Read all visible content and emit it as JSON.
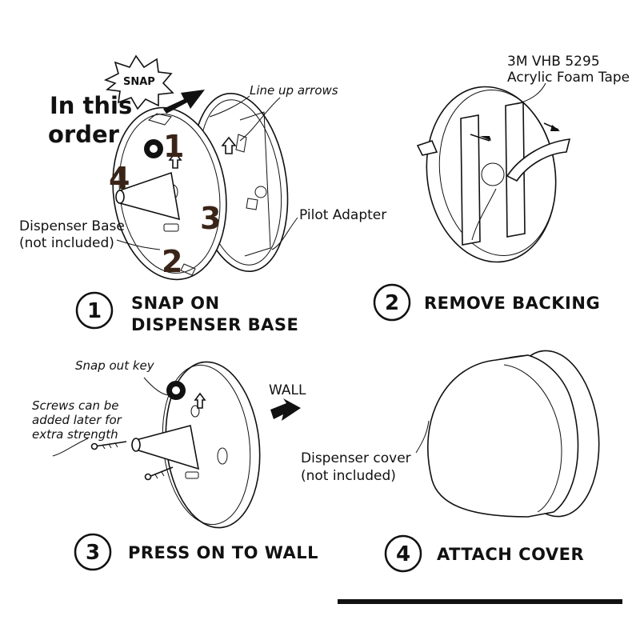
{
  "order_note": {
    "line1": "In this",
    "line2": "order"
  },
  "snap_burst": "SNAP",
  "sequence_numbers": [
    "1",
    "2",
    "3",
    "4"
  ],
  "step1": {
    "number": "1",
    "title_line1": "SNAP ON",
    "title_line2": "DISPENSER BASE",
    "callout_arrows": "Line up arrows",
    "callout_base_line1": "Dispenser Base",
    "callout_base_line2": "(not included)",
    "callout_adapter": "Pilot Adapter"
  },
  "step2": {
    "number": "2",
    "title": "REMOVE BACKING",
    "callout_tape_line1": "3M VHB 5295",
    "callout_tape_line2": "Acrylic Foam Tape"
  },
  "step3": {
    "number": "3",
    "title": "PRESS ON TO WALL",
    "callout_key": "Snap out key",
    "callout_screws_line1": "Screws can be",
    "callout_screws_line2": "added later for",
    "callout_screws_line3": "extra strength",
    "wall_label": "WALL"
  },
  "step4": {
    "number": "4",
    "title": "ATTACH COVER",
    "callout_cover_line1": "Dispenser cover",
    "callout_cover_line2": "(not included)"
  },
  "colors": {
    "ink": "#111111",
    "sequence_brown": "#3a2418",
    "background": "#ffffff"
  }
}
